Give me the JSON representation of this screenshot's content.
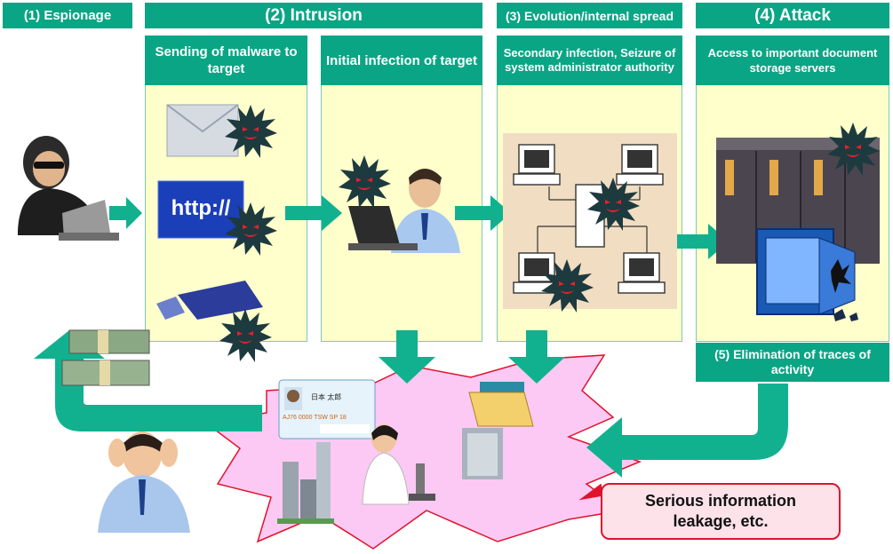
{
  "phases": {
    "espionage": "(1) Espionage",
    "intrusion": "(2) Intrusion",
    "evolution": "(3) Evolution/internal  spread",
    "attack": "(4) Attack",
    "elimination": "(5) Elimination  of traces of activity"
  },
  "steps": {
    "sending": "Sending of malware to target",
    "initial": "Initial  infection  of target",
    "secondary": "Secondary infection, Seizure of system administrator  authority",
    "access": "Access  to important document storage servers"
  },
  "illustrations": {
    "url_text": "http://",
    "id_card": {
      "name": "日本 太郎",
      "number": "AJ76 0000 TSW SP 18"
    }
  },
  "callout": "Serious information leakage, etc.",
  "colors": {
    "header_green": "#0aa585",
    "stage_yellow": "#ffffcc",
    "arrow_teal": "#11b18f",
    "burst_pink": "#fbc9f3",
    "callout_border": "#e0132d",
    "callout_fill": "#fde2ea",
    "virus": "#1d3a3f"
  }
}
